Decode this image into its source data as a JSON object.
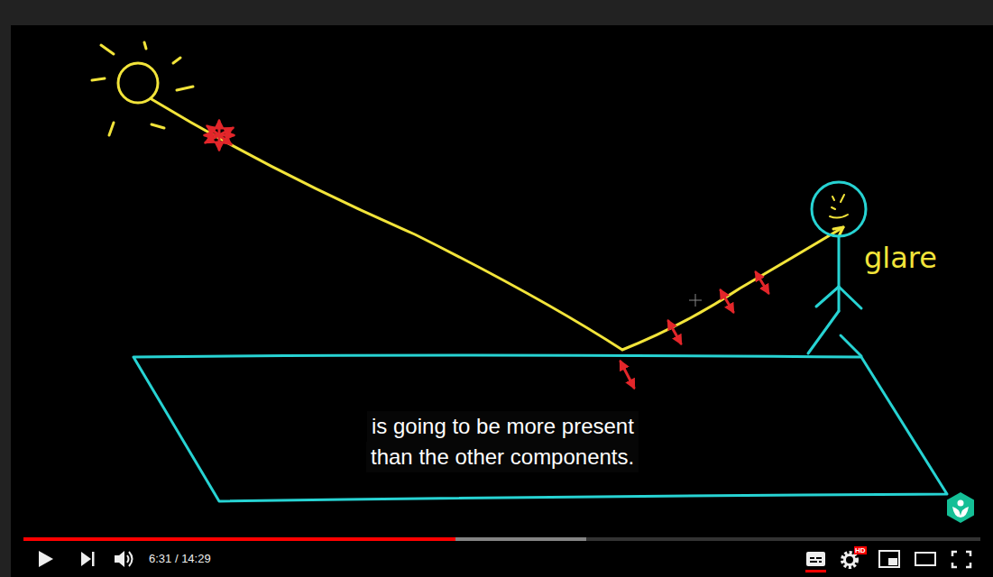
{
  "diagram": {
    "labels": [
      "glare",
      "is going to be more present",
      "than the other components.",
      "6:31 / 14:29",
      "HD"
    ]
  }
}
